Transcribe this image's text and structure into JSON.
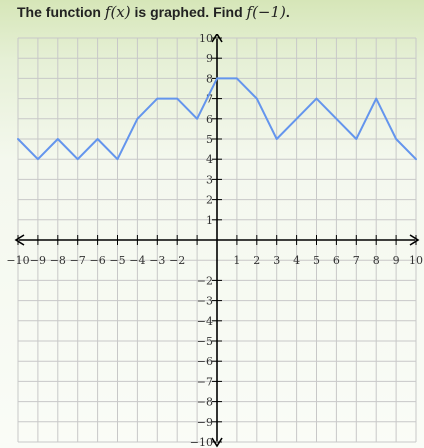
{
  "question": {
    "text_before": "The function ",
    "fx": "f(x)",
    "text_middle": " is graphed. Find ",
    "f_neg1": "f(−1)",
    "text_after": "."
  },
  "chart_data": {
    "type": "line",
    "xlim": [
      -10,
      10
    ],
    "ylim": [
      -10,
      10
    ],
    "grid": true,
    "x_tick_labels": [
      "−10",
      "−9",
      "−8",
      "−7",
      "−6",
      "−5",
      "−4",
      "−3",
      "−2",
      "",
      "1",
      "2",
      "3",
      "4",
      "5",
      "6",
      "7",
      "8",
      "9",
      "10"
    ],
    "x_tick_values": [
      -10,
      -9,
      -8,
      -7,
      -6,
      -5,
      -4,
      -3,
      -2,
      -1,
      1,
      2,
      3,
      4,
      5,
      6,
      7,
      8,
      9,
      10
    ],
    "y_tick_labels": [
      "10",
      "9",
      "8",
      "7",
      "6",
      "5",
      "4",
      "3",
      "2",
      "1",
      "−2",
      "−3",
      "−4",
      "−5",
      "−6",
      "−7",
      "−8",
      "−9",
      "−10"
    ],
    "y_tick_values": [
      10,
      9,
      8,
      7,
      6,
      5,
      4,
      3,
      2,
      1,
      -2,
      -3,
      -4,
      -5,
      -6,
      -7,
      -8,
      -9,
      -10
    ],
    "series": [
      {
        "x": [
          -10,
          -9,
          -8,
          -7,
          -6,
          -5,
          -4,
          -3,
          -2,
          -1,
          0,
          1,
          2,
          3,
          4,
          5,
          6,
          7,
          8,
          9,
          10
        ],
        "y": [
          5,
          4,
          5,
          4,
          5,
          4,
          6,
          7,
          7,
          6,
          8,
          8,
          7,
          5,
          6,
          7,
          6,
          5,
          7,
          5,
          4
        ]
      }
    ],
    "colors": {
      "line": "#6495ed",
      "axis": "#000000",
      "grid": "#c8c8c8"
    }
  }
}
